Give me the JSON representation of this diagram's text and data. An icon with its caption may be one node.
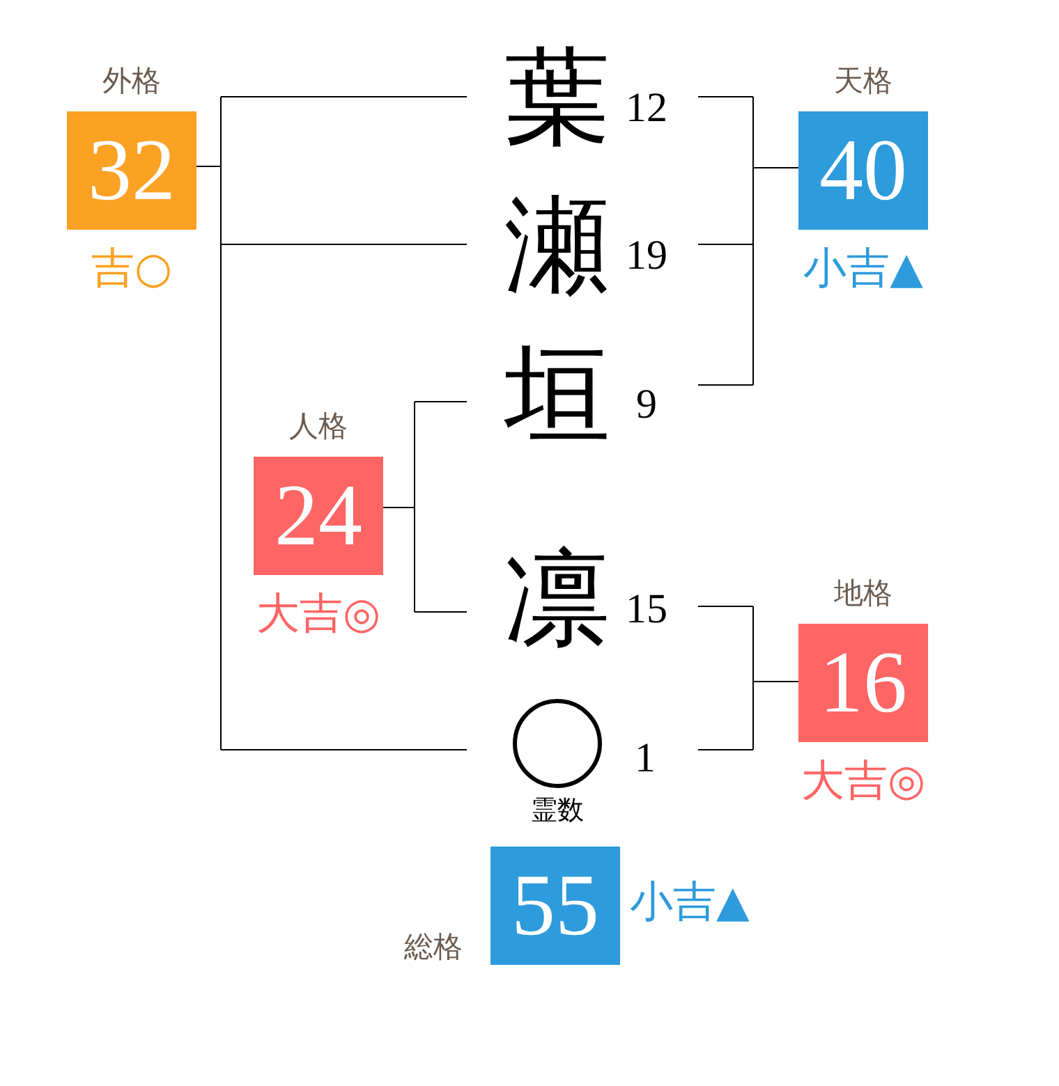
{
  "diagram": {
    "nodes": [
      {
        "text": [
          "外格",
          "32"
        ],
        "beside": [
          "吉○"
        ]
      },
      {
        "text": [
          "葉"
        ],
        "beside": [
          "12"
        ]
      },
      {
        "text": [
          "天格",
          "40"
        ],
        "beside": [
          "小吉▲"
        ]
      },
      {
        "text": [
          "瀬"
        ],
        "beside": [
          "19"
        ]
      },
      {
        "text": [
          "垣"
        ],
        "beside": [
          "9"
        ]
      },
      {
        "text": [
          "人格",
          "24"
        ],
        "beside": [
          "大吉◎"
        ]
      },
      {
        "text": [
          "凛"
        ],
        "beside": [
          "15"
        ]
      },
      {
        "text": [
          "地格",
          "16"
        ],
        "beside": [
          "大吉◎"
        ]
      },
      {
        "text": [],
        "shape": "circle",
        "beside": [
          "1",
          "霊数"
        ]
      },
      {
        "text": [
          "総格",
          "55"
        ],
        "beside": [
          "小吉▲"
        ]
      }
    ],
    "edges": [
      {
        "from": 0,
        "to": 1,
        "arrow": "none"
      },
      {
        "from": 0,
        "to": 3,
        "arrow": "none"
      },
      {
        "from": 0,
        "to": 8,
        "arrow": "none"
      },
      {
        "from": 2,
        "to": 1,
        "arrow": "none"
      },
      {
        "from": 2,
        "to": 3,
        "arrow": "none"
      },
      {
        "from": 2,
        "to": 4,
        "arrow": "none"
      },
      {
        "from": 5,
        "to": 4,
        "arrow": "none"
      },
      {
        "from": 5,
        "to": 6,
        "arrow": "none"
      },
      {
        "from": 7,
        "to": 6,
        "arrow": "none"
      },
      {
        "from": 7,
        "to": 8,
        "arrow": "none"
      }
    ]
  }
}
